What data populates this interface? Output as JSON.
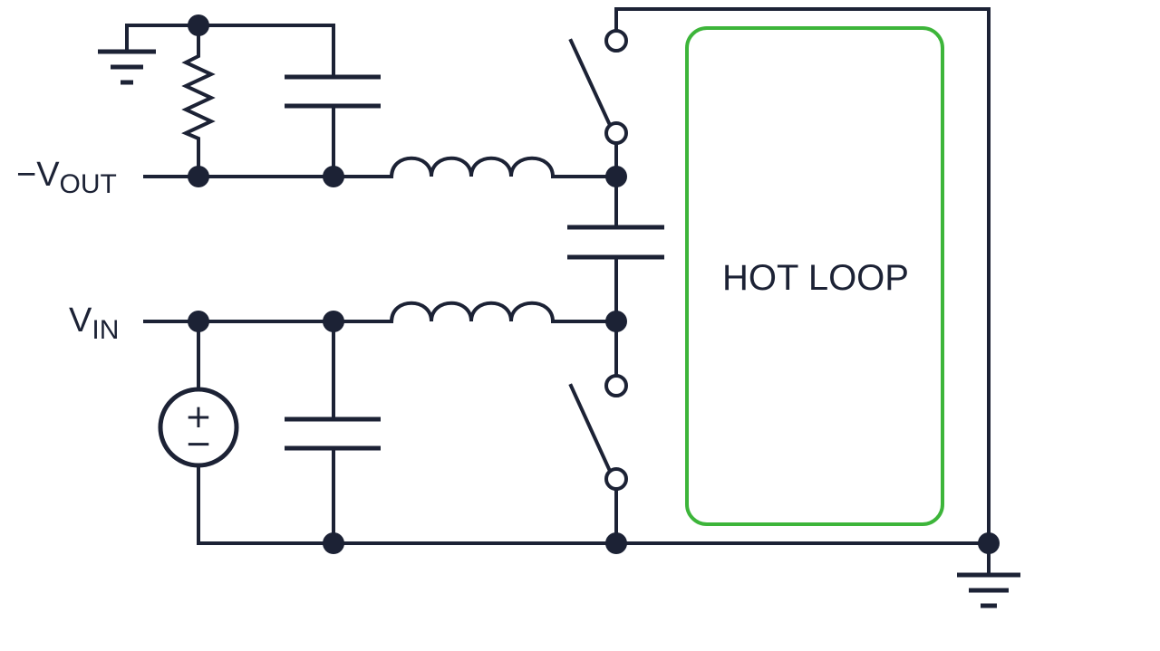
{
  "labels": {
    "vout_main": "−V",
    "vout_sub": "OUT",
    "vin_main": "V",
    "vin_sub": "IN",
    "hot_loop": "HOT LOOP",
    "source_plus": "+",
    "source_minus": "−"
  },
  "colors": {
    "wire": "#1c2235",
    "hot_loop": "#3db53a",
    "background": "#ffffff"
  }
}
